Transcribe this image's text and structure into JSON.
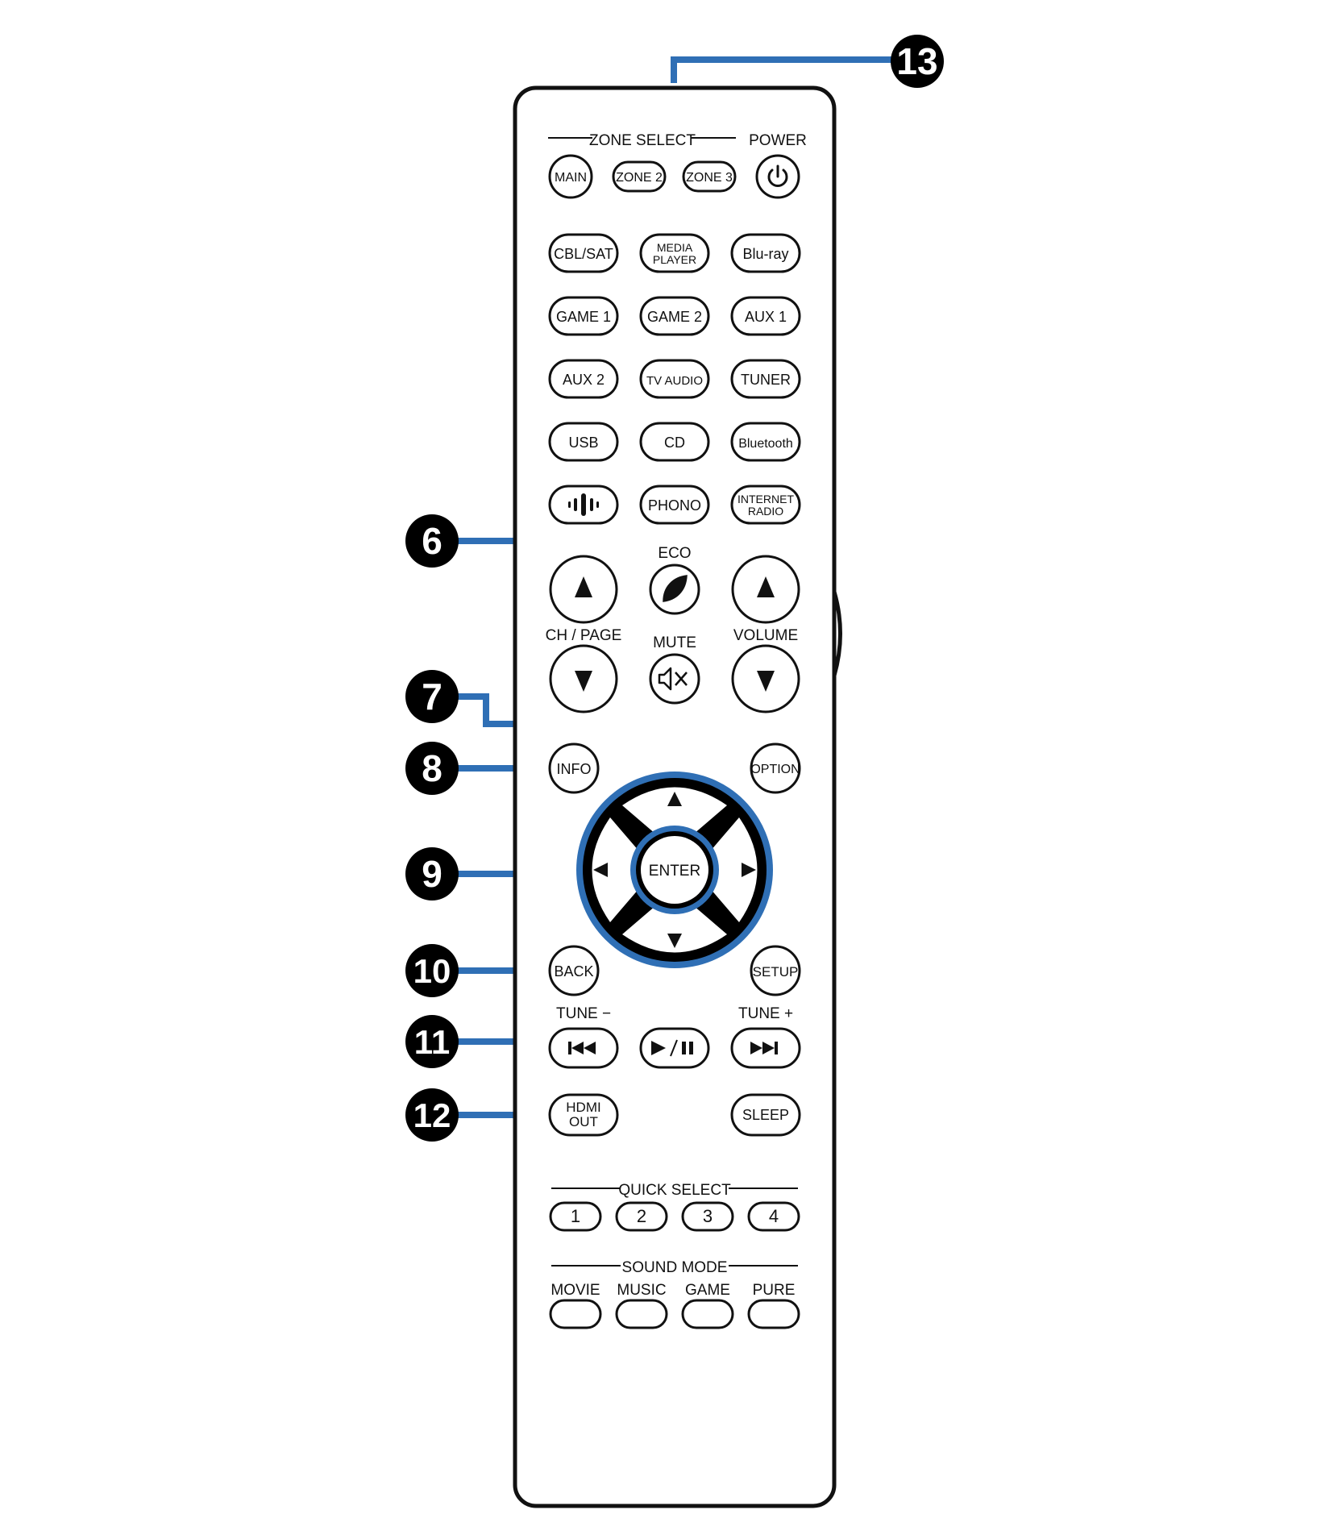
{
  "colors": {
    "accent": "#2f6fb5",
    "ink": "#111111",
    "paper": "#ffffff"
  },
  "callouts": {
    "n6": "6",
    "n7": "7",
    "n8": "8",
    "n9": "9",
    "n10": "10",
    "n11": "11",
    "n12": "12",
    "n13": "13"
  },
  "labels": {
    "zone_select": "ZONE SELECT",
    "power": "POWER",
    "eco": "ECO",
    "ch_page": "CH / PAGE",
    "mute": "MUTE",
    "volume": "VOLUME",
    "tune_minus": "TUNE −",
    "tune_plus": "TUNE +",
    "quick_select": "QUICK SELECT",
    "sound_mode": "SOUND MODE"
  },
  "buttons": {
    "main": "MAIN",
    "zone2": "ZONE 2",
    "zone3": "ZONE 3",
    "cbl_sat": "CBL/SAT",
    "media_player_1": "MEDIA",
    "media_player_2": "PLAYER",
    "bluray": "Blu-ray",
    "game1": "GAME 1",
    "game2": "GAME 2",
    "aux1": "AUX 1",
    "aux2": "AUX 2",
    "tv_audio": "TV AUDIO",
    "tuner": "TUNER",
    "usb": "USB",
    "cd": "CD",
    "bluetooth": "Bluetooth",
    "phono": "PHONO",
    "internet_radio_1": "INTERNET",
    "internet_radio_2": "RADIO",
    "info": "INFO",
    "option": "OPTION",
    "enter": "ENTER",
    "back": "BACK",
    "setup": "SETUP",
    "hdmi_out_1": "HDMI",
    "hdmi_out_2": "OUT",
    "sleep": "SLEEP",
    "qs1": "1",
    "qs2": "2",
    "qs3": "3",
    "qs4": "4",
    "movie": "MOVIE",
    "music": "MUSIC",
    "game": "GAME",
    "pure": "PURE"
  }
}
